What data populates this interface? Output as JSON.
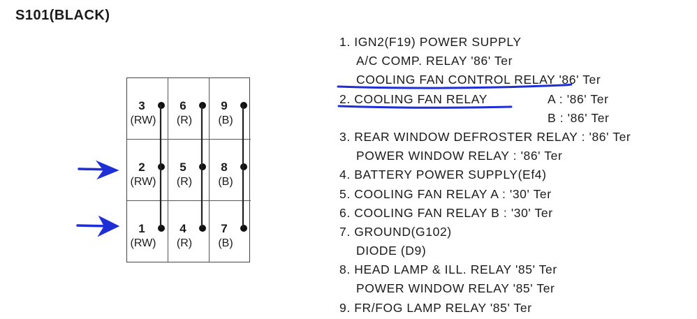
{
  "connector": {
    "title": "S101(BLACK)",
    "pins": [
      {
        "number": "3",
        "color": "(RW)"
      },
      {
        "number": "6",
        "color": "(R)"
      },
      {
        "number": "9",
        "color": "(B)"
      },
      {
        "number": "2",
        "color": "(RW)"
      },
      {
        "number": "5",
        "color": "(R)"
      },
      {
        "number": "8",
        "color": "(B)"
      },
      {
        "number": "1",
        "color": "(RW)"
      },
      {
        "number": "4",
        "color": "(R)"
      },
      {
        "number": "7",
        "color": "(B)"
      }
    ]
  },
  "pin_list": {
    "line1": "1. IGN2(F19) POWER SUPPLY",
    "line2": "A/C COMP. RELAY '86' Ter",
    "line3": "COOLING FAN CONTROL RELAY '86' Ter",
    "line4_main": "2. COOLING FAN RELAY",
    "line4_side": "A : '86' Ter",
    "line5_side": "B : '86' Ter",
    "line6": "3. REAR WINDOW DEFROSTER RELAY : '86' Ter",
    "line7": "POWER WINDOW RELAY : '86' Ter",
    "line8": "4. BATTERY POWER SUPPLY(Ef4)",
    "line9": "5. COOLING FAN RELAY A : '30' Ter",
    "line10": "6. COOLING FAN RELAY B : '30' Ter",
    "line11": "7. GROUND(G102)",
    "line12": "DIODE (D9)",
    "line13": "8. HEAD LAMP & ILL. RELAY '85' Ter",
    "line14": "POWER WINDOW RELAY '85' Ter",
    "line15": "9. FR/FOG LAMP RELAY '85' Ter"
  },
  "annotations": {
    "ink_color": "#1f2fd6",
    "arrow_targets": [
      "2",
      "1"
    ],
    "underlined": [
      "COOLING FAN CONTROL RELAY",
      "2. COOLING FAN RELAY"
    ]
  }
}
